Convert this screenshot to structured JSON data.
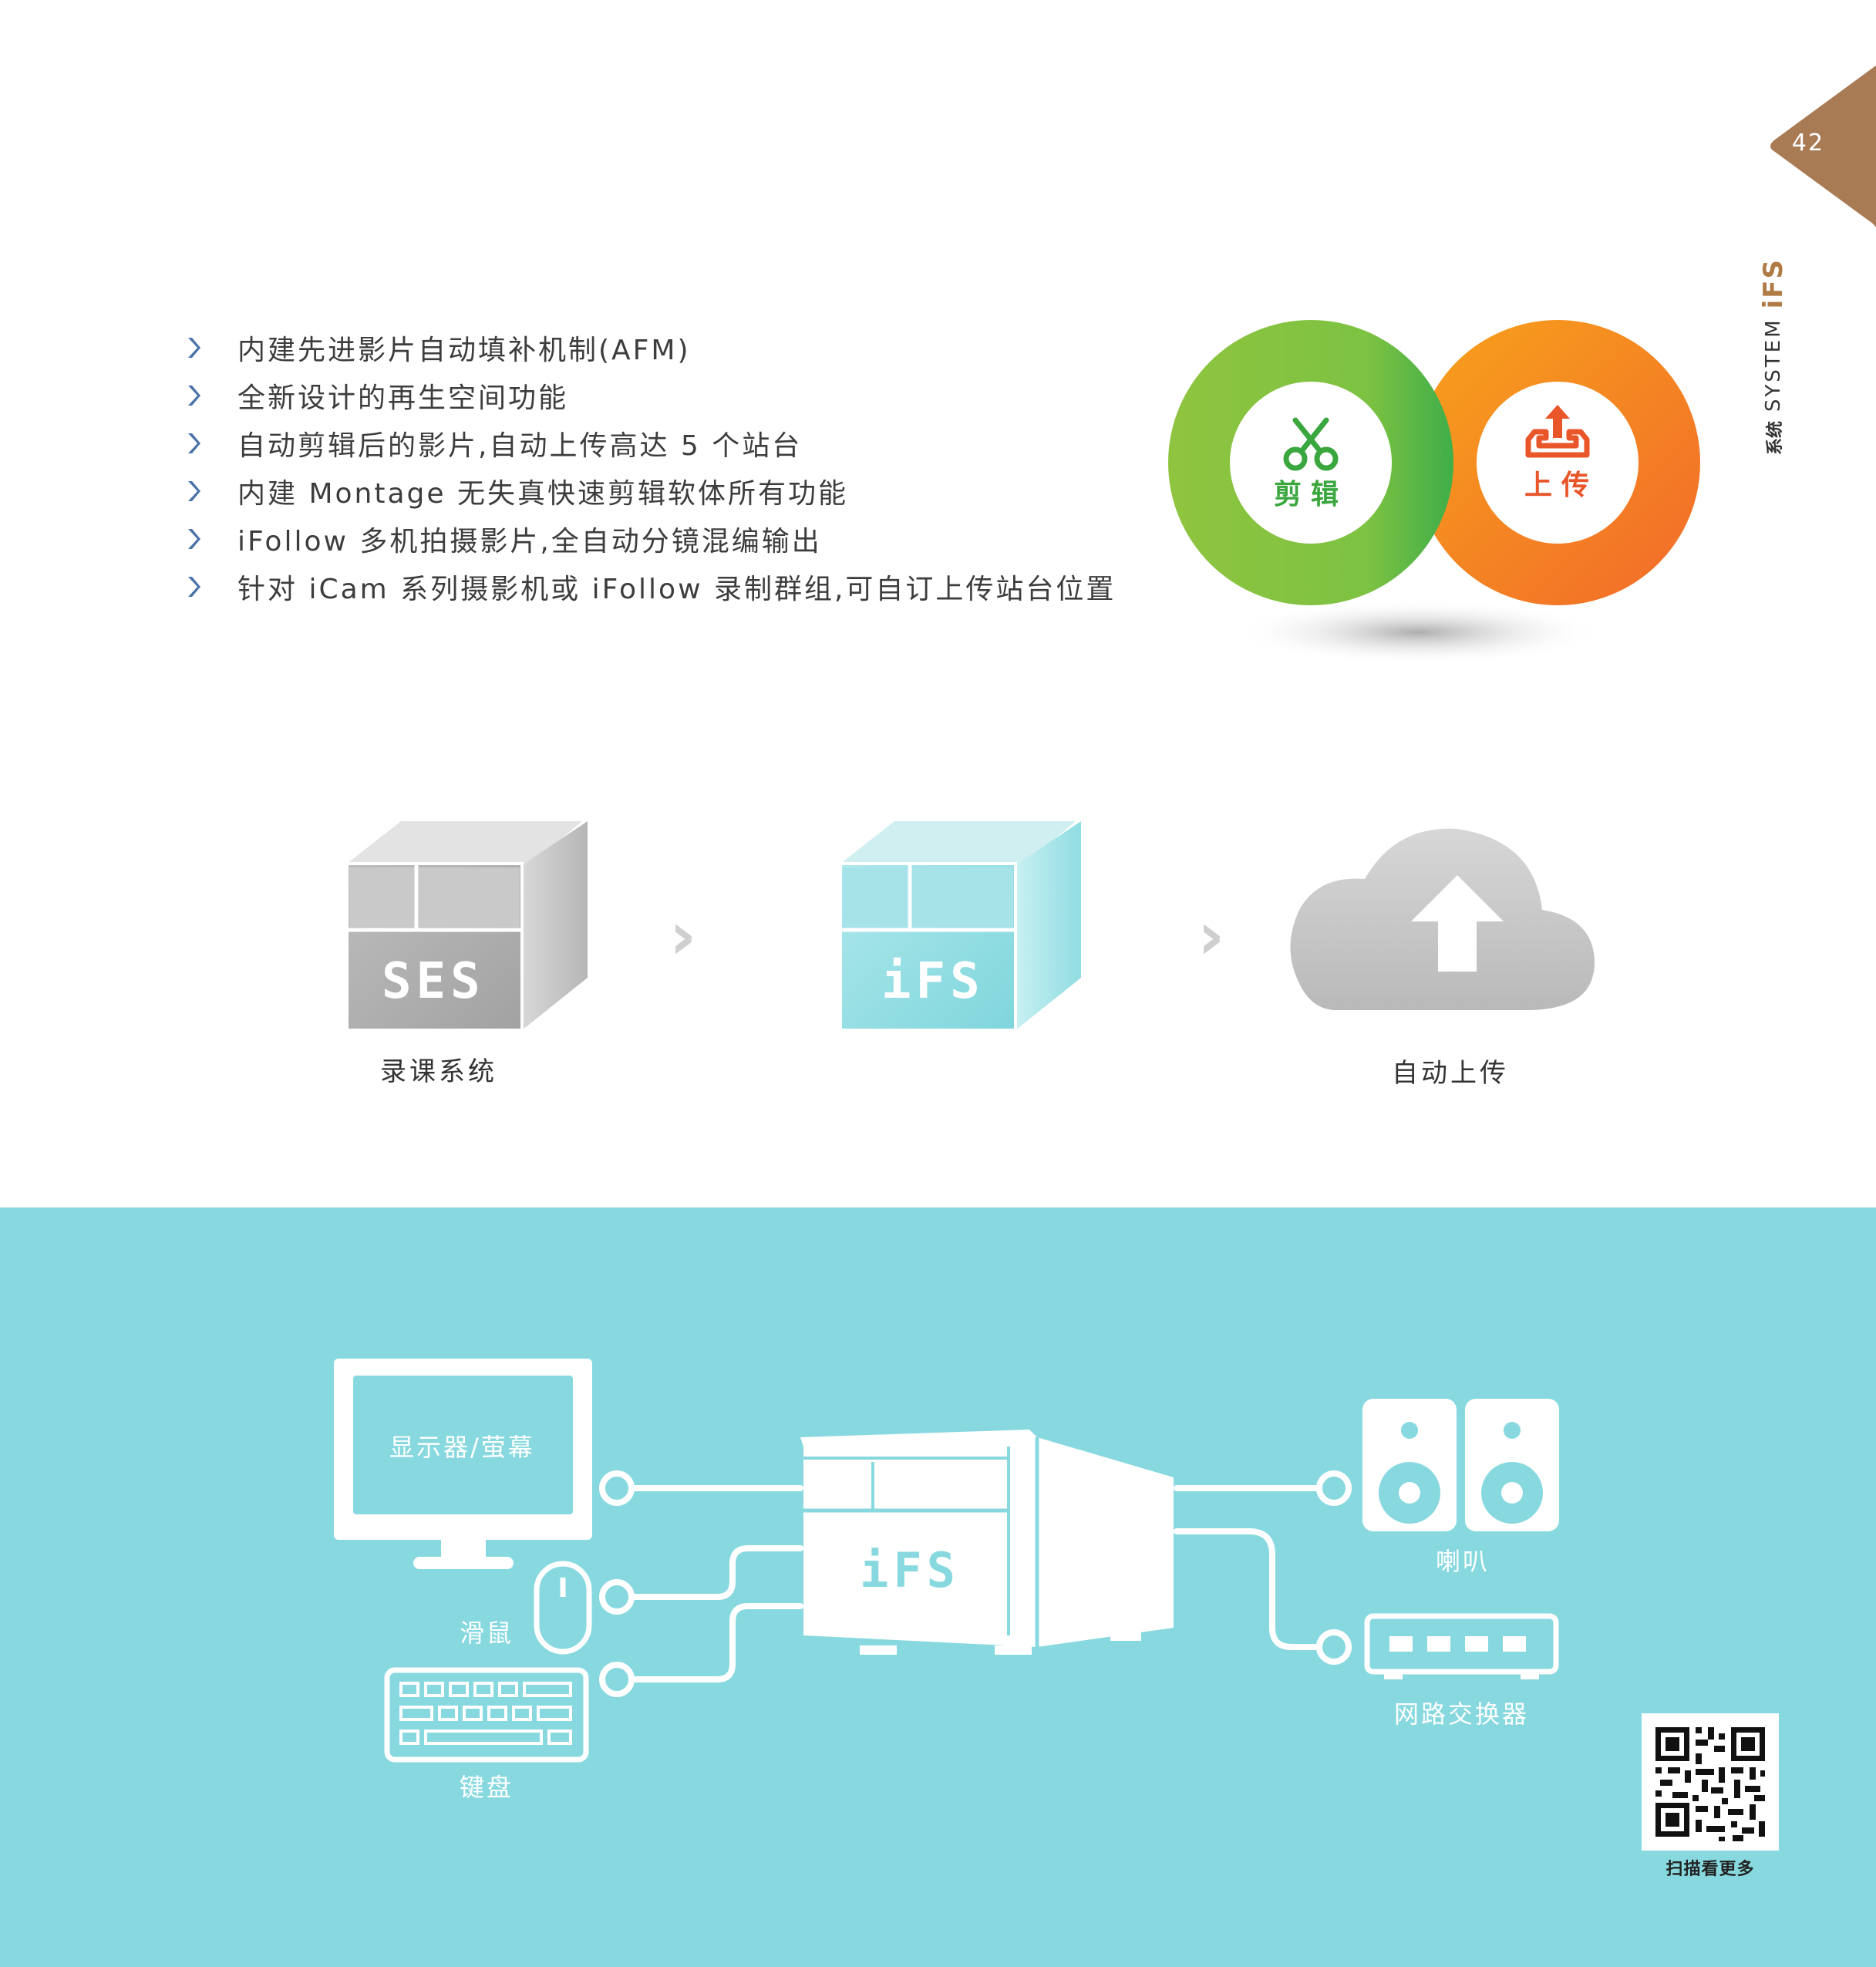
{
  "page": {
    "number": "42"
  },
  "side_title": {
    "cn": "系统",
    "en": "SYSTEM",
    "brand": "iFS"
  },
  "features": [
    "内建先进影片自动填补机制(AFM)",
    "全新设计的再生空间功能",
    "自动剪辑后的影片,自动上传高达 5 个站台",
    "内建 Montage 无失真快速剪辑软体所有功能",
    "iFollow 多机拍摄影片,全自动分镜混编输出",
    "针对 iCam 系列摄影机或 iFollow 录制群组,可自订上传站台位置"
  ],
  "circles": {
    "edit_label": "剪辑",
    "upload_label": "上传",
    "green": "#7dc242",
    "orange": "#f29022"
  },
  "workflow": {
    "ses_box_text": "SES",
    "ifs_box_text": "iFS",
    "arrow_glyph": "›",
    "ses_caption": "录课系统",
    "upload_caption": "自动上传"
  },
  "connections": {
    "device_text": "iFS",
    "monitor_label": "显示器/萤幕",
    "mouse_label": "滑鼠",
    "keyboard_label": "键盘",
    "speaker_label": "喇叭",
    "switch_label": "网路交换器",
    "band_color": "#87d9df"
  },
  "qr": {
    "caption": "扫描看更多"
  },
  "colors": {
    "accent_brown": "#a97b55",
    "brand_text": "#b07a45"
  }
}
